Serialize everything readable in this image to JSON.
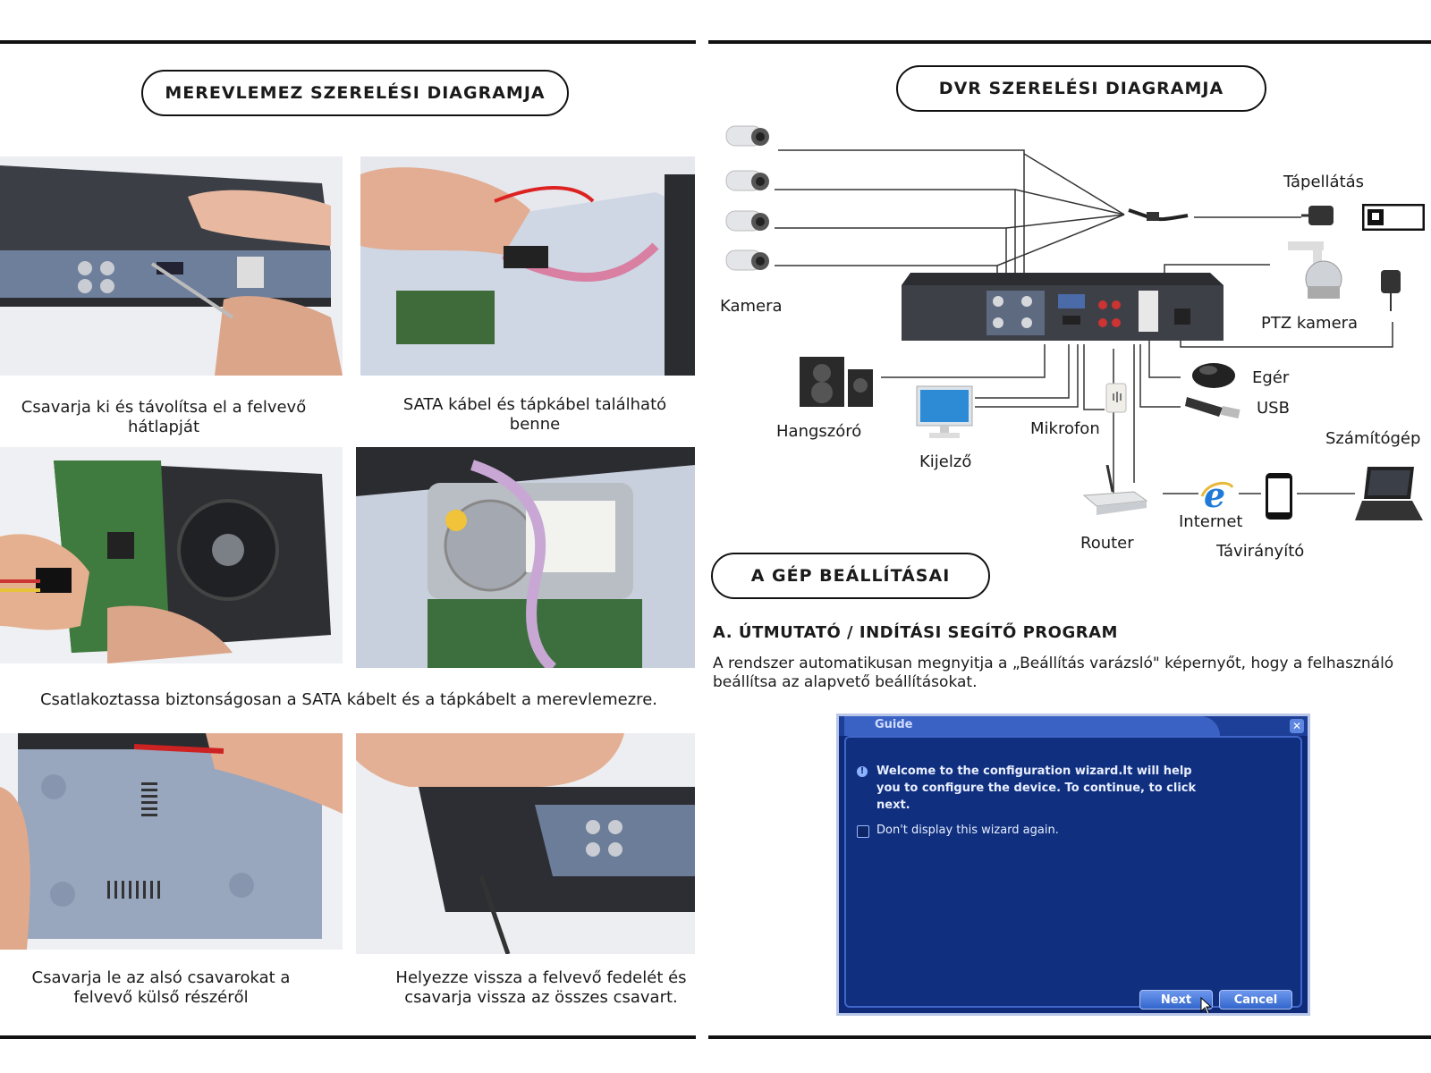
{
  "left": {
    "title": "MEREVLEMEZ SZERELÉSI DIAGRAMJA",
    "captions": {
      "step1": "Csavarja ki és távolítsa el a felvevő hátlapját",
      "step2": "SATA kábel és tápkábel található benne",
      "step3": "Csatlakoztassa biztonságosan a SATA kábelt és a tápkábelt a merevlemezre.",
      "step4": "Csavarja le az alsó csavarokat a felvevő külső részéről",
      "step5": "Helyezze vissza a felvevő fedelét és csavarja vissza az összes csavart."
    }
  },
  "right": {
    "title": "DVR SZERELÉSI DIAGRAMJA",
    "labels": {
      "kamera": "Kamera",
      "tapellatas": "Tápellátás",
      "ptz": "PTZ kamera",
      "hangszoro": "Hangszóró",
      "kijelzo": "Kijelző",
      "mikrofon": "Mikrofon",
      "eger": "Egér",
      "usb": "USB",
      "szamitogep": "Számítógép",
      "router": "Router",
      "internet": "Internet",
      "taviranyito": "Távirányító"
    },
    "settings_title": "A GÉP BEÁLLÍTÁSAI",
    "section_a_heading": "A. ÚTMUTATÓ / INDÍTÁSI SEGÍTŐ PROGRAM",
    "section_a_text": "A rendszer automatikusan megnyitja a „Beállítás varázsló\" képernyőt, hogy a felhasználó beállítsa az alapvető beállításokat."
  },
  "guide_window": {
    "title": "Guide",
    "message": "Welcome to the configuration wizard.It will help you to configure the device. To continue, to click next.",
    "checkbox_label": "Don't display this wizard again.",
    "checkbox_checked": false,
    "next_label": "Next",
    "cancel_label": "Cancel"
  },
  "icons": {
    "info": "info-icon",
    "close": "close-icon",
    "cursor": "mouse-pointer-icon",
    "internet": "internet-explorer-icon"
  },
  "colors": {
    "guide_bg": "#0f2a78",
    "guide_button": "#3366cc",
    "ie_blue": "#1f7ad8"
  }
}
